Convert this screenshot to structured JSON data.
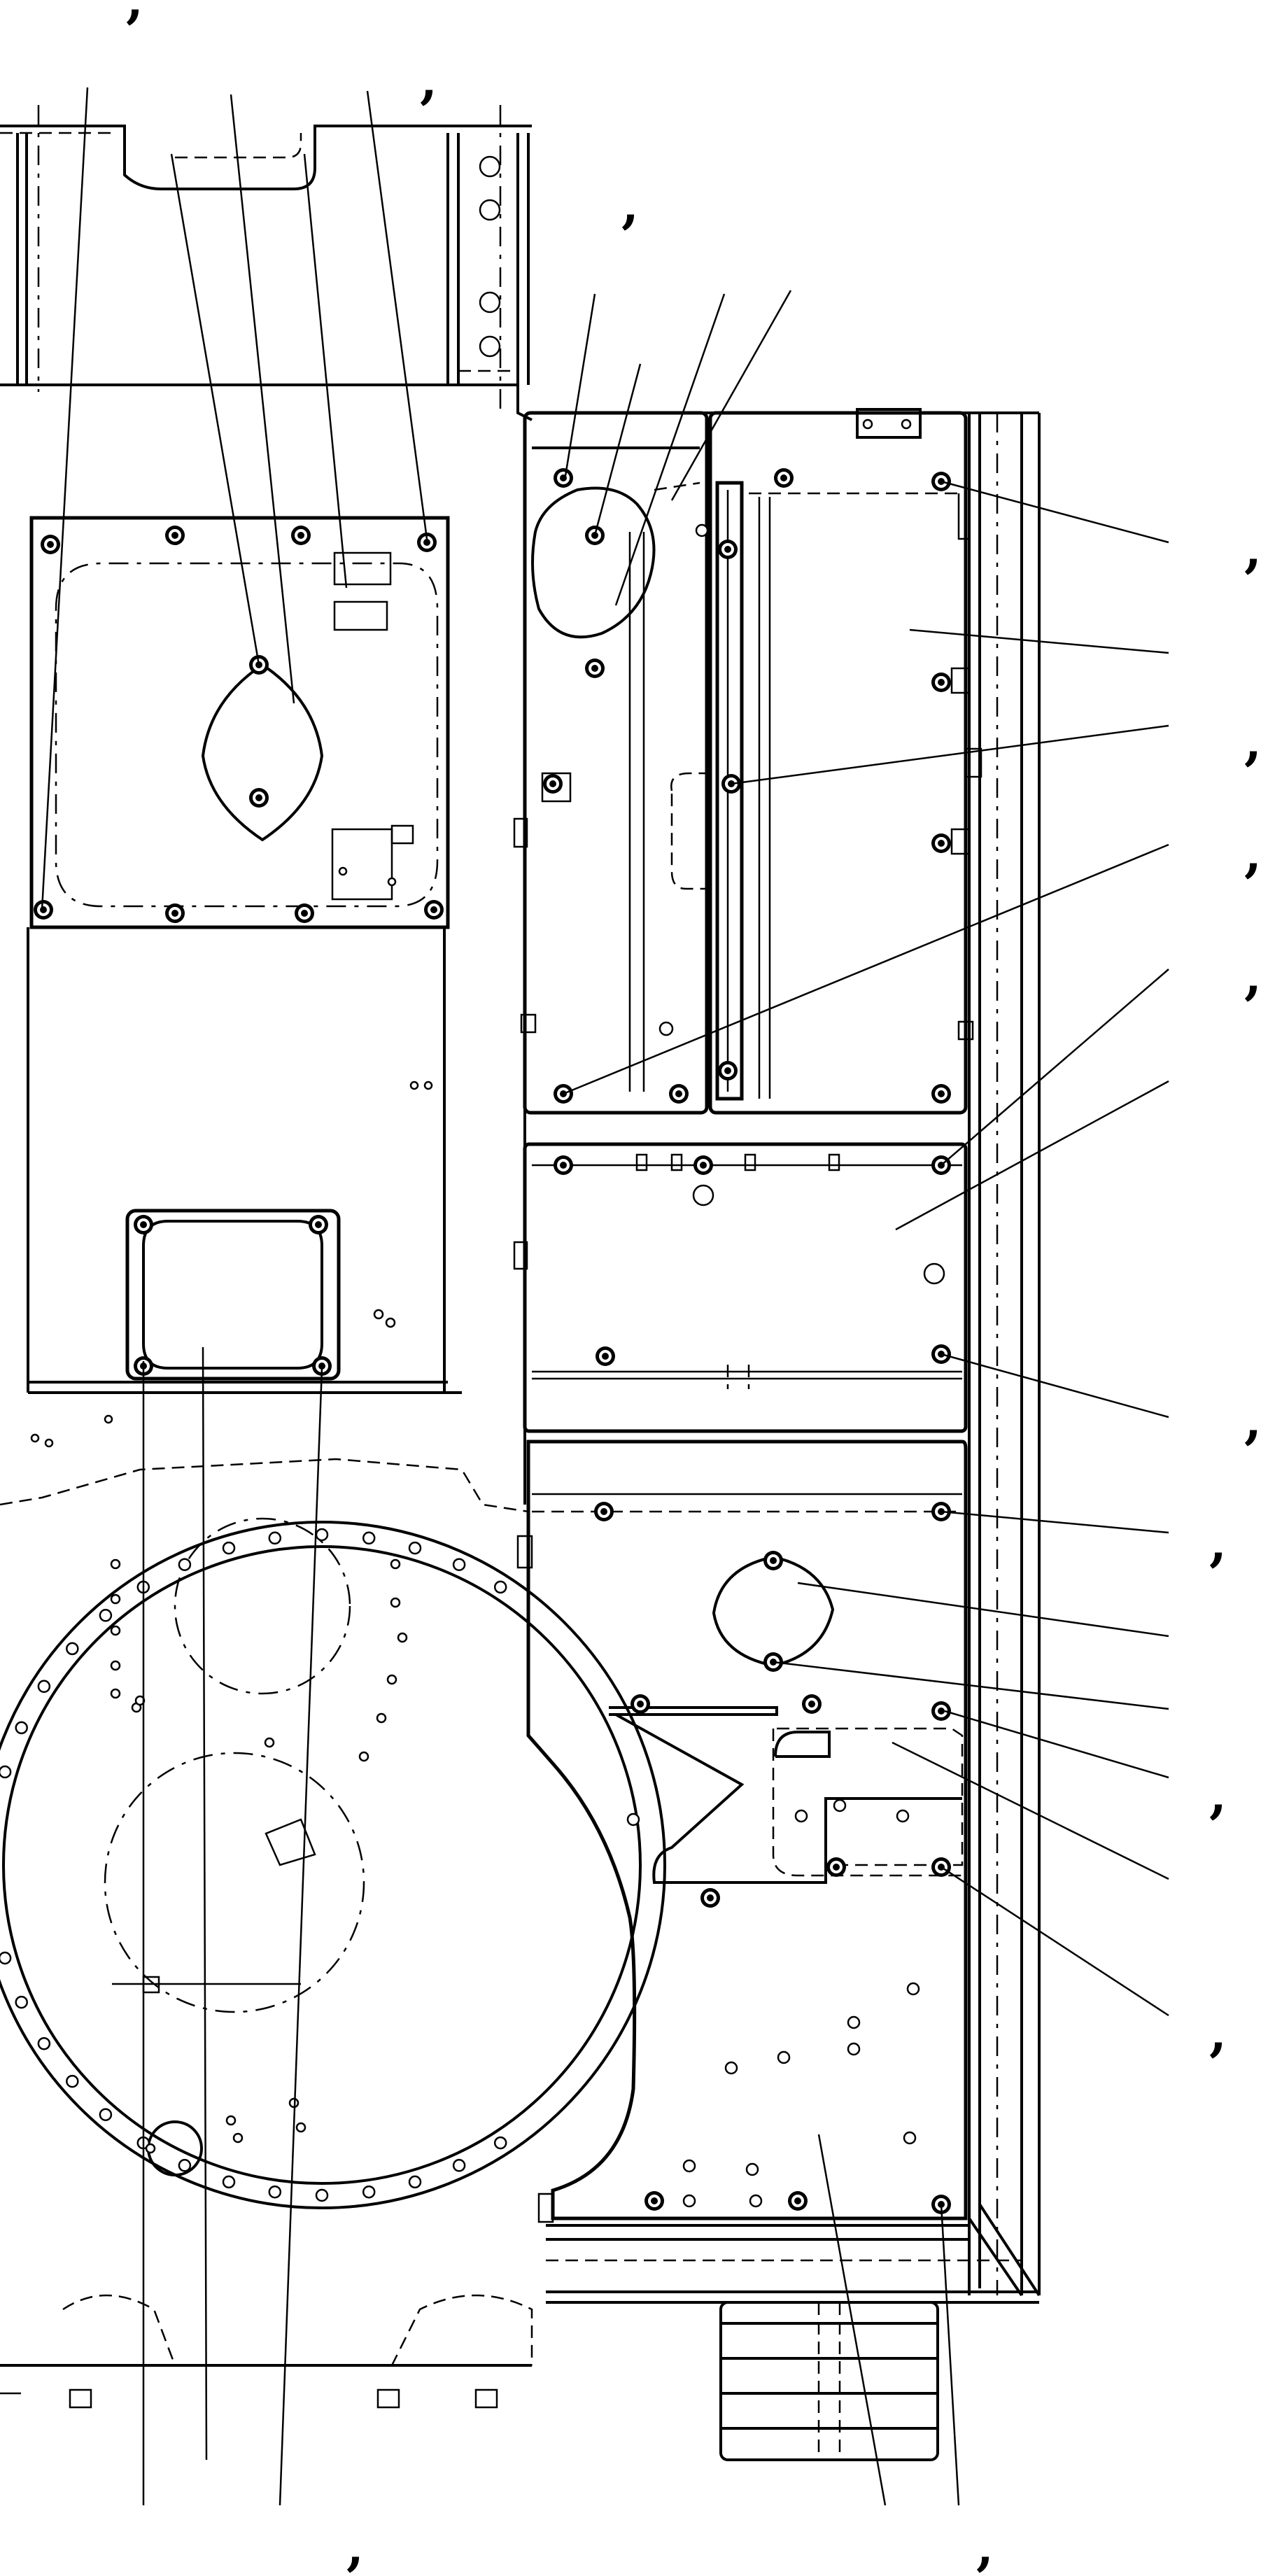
{
  "drawing": {
    "callout_mark": ","
  },
  "callouts": [
    {
      "id": "c-top-left"
    },
    {
      "id": "c-top-mid"
    },
    {
      "id": "c-top-center"
    },
    {
      "id": "c-right-1"
    },
    {
      "id": "c-right-2"
    },
    {
      "id": "c-right-3"
    },
    {
      "id": "c-right-4"
    },
    {
      "id": "c-right-5"
    },
    {
      "id": "c-right-6"
    },
    {
      "id": "c-right-7"
    },
    {
      "id": "c-bottom-left"
    },
    {
      "id": "c-bottom-right"
    }
  ]
}
